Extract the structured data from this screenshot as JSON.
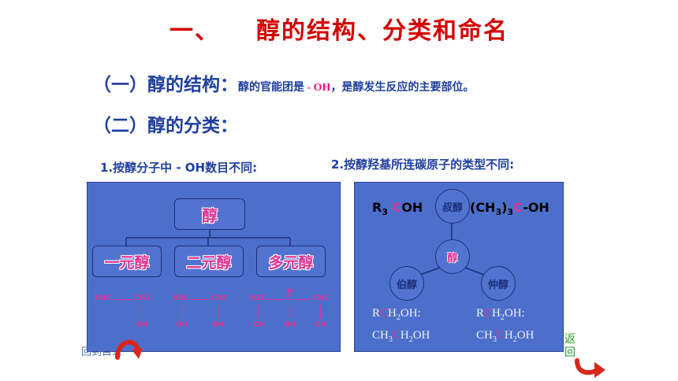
{
  "title": {
    "part1": "一、",
    "part2": "醇的结构、分类和命名"
  },
  "section1": {
    "heading": "（一）醇的结构：",
    "desc_a": "醇的官能团是",
    "oh": " - OH",
    "desc_b": "，是醇发生反应的主要部位。"
  },
  "section2": {
    "heading": "（二）醇的分类："
  },
  "sub1": "1.按醇分子中 - OH数目不同:",
  "sub2": "2.按醇羟基所连碳原子的类型不同:",
  "tree": {
    "root": "醇",
    "children": [
      "一元醇",
      "二元醇",
      "多元醇"
    ]
  },
  "molecules": {
    "m1": {
      "left": "H3C",
      "right": "CH2",
      "oh": "OH"
    },
    "m2": {
      "left": "H2C",
      "right": "CH2",
      "oh1": "OH",
      "oh2": "OH"
    },
    "m3": {
      "left": "H2C",
      "h": "H",
      "c": "C",
      "right": "CH2",
      "oh1": "OH",
      "oh2": "OH",
      "oh3": "OH"
    }
  },
  "panel2": {
    "f1": {
      "r": "R",
      "three": "3",
      "c": "C",
      "oh": "OH"
    },
    "f2": {
      "a": "(CH",
      "b": "3",
      "c": ")",
      "d": "3",
      "e": "C",
      "f": "-OH"
    },
    "circle_top": "叔醇",
    "circle_center": "醇",
    "circle_left": "伯醇",
    "circle_right": "仲醇",
    "left_f1": {
      "r": "R",
      "c": "C",
      "h": "H",
      "two": "2",
      "oh": "OH:"
    },
    "left_f2": {
      "ch": "CH",
      "three": "3",
      "c": "C",
      "h": "H",
      "two": "2",
      "oh": "OH"
    },
    "right_f1": {
      "r": "R",
      "c": "C",
      "h": "H",
      "two": "2",
      "oh": "OH:"
    },
    "right_f2": {
      "ch": "CH",
      "three": "3",
      "c": "C",
      "h": "H",
      "two": "2",
      "oh": "OH"
    }
  },
  "nav": {
    "back_left": "回到目录",
    "back_right": "返回"
  }
}
